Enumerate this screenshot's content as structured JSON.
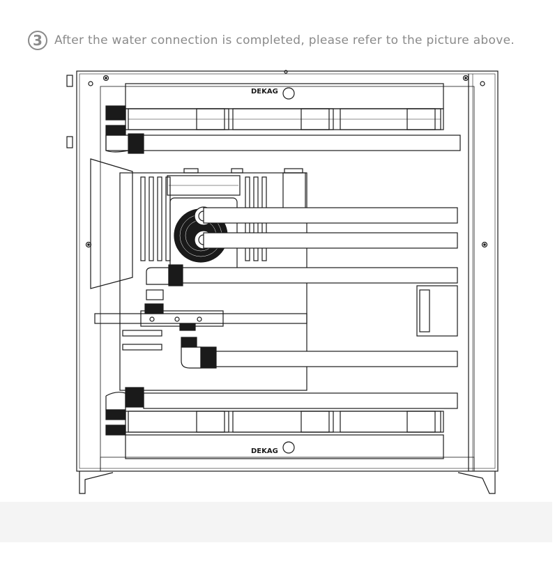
{
  "step": {
    "number": "3",
    "text": "After the water connection is completed, please refer to the picture above."
  },
  "diagram": {
    "brand_top": "DEKAG",
    "brand_bottom": "DEKAG"
  },
  "colors": {
    "step_text": "#8a8a8a",
    "line": "#1a1a1a",
    "footer_bar": "#f4f4f4"
  }
}
